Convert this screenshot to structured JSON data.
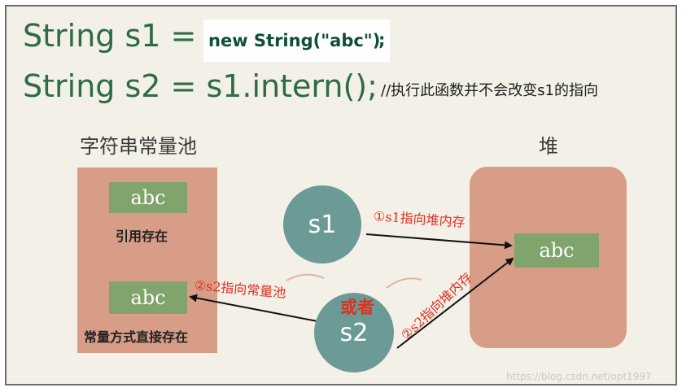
{
  "code": {
    "line1_prefix": "String s1 = ",
    "line1_code": "new String(\"abc\")",
    "line1_suffix": ";",
    "line2": "String s2 = s1.intern();",
    "comment": "//执行此函数并不会改变s1的指向"
  },
  "pool": {
    "title": "字符串常量池",
    "ref_value": "abc",
    "ref_label": "引用存在",
    "direct_value": "abc",
    "direct_label": "常量方式直接存在"
  },
  "heap": {
    "title": "堆",
    "value": "abc"
  },
  "variables": {
    "s1": "s1",
    "s2": "s2"
  },
  "annotations": {
    "s1_to_heap": "①s1指向堆内存",
    "s2_to_pool": "②s2指向常量池",
    "s2_to_heap": "②s2指向堆内存",
    "or": "或者"
  },
  "watermark": "https://blog.csdn.net/opt1997",
  "colors": {
    "code_green": "#2e6b47",
    "box_salmon": "#d79d86",
    "cell_green": "#80a46b",
    "circle_teal": "#6c9b97",
    "annotation_red": "#e0301e"
  }
}
